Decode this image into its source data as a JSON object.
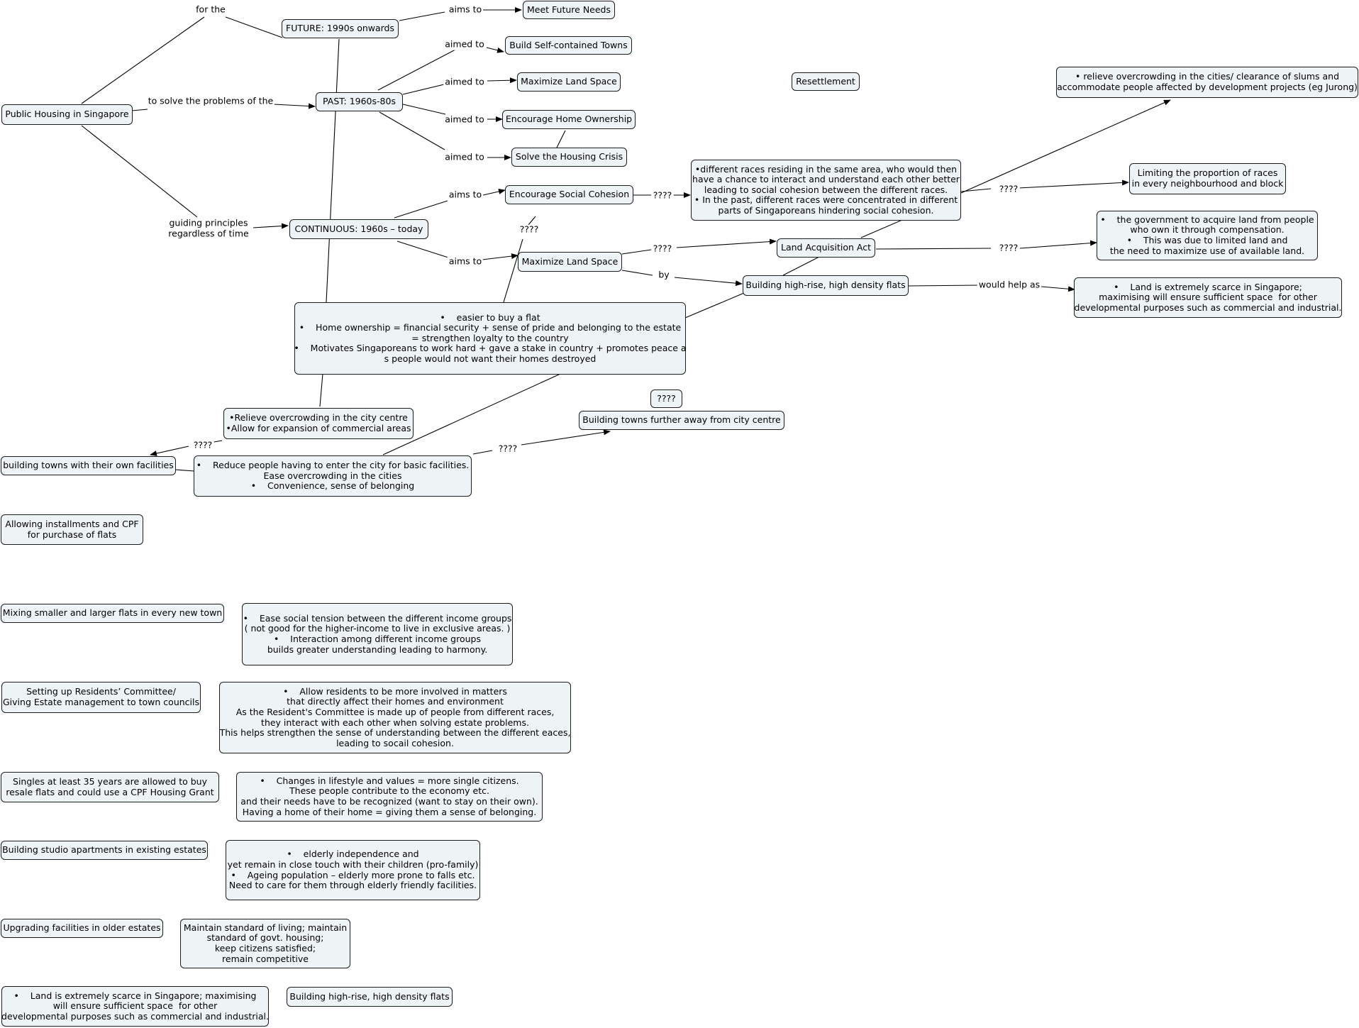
{
  "nodes": {
    "public_housing": "Public Housing in Singapore",
    "future": "FUTURE: 1990s onwards",
    "past": "PAST: 1960s-80s",
    "continuous": "CONTINUOUS: 1960s – today",
    "meet_future": "Meet Future Needs",
    "build_towns": "Build Self-contained Towns",
    "max_land_past": "Maximize Land Space",
    "home_ownership": "Encourage Home Ownership",
    "housing_crisis": "Solve the Housing Crisis",
    "social_cohesion": "Encourage Social Cohesion",
    "max_land_cont": "Maximize Land Space",
    "resettlement": "Resettlement",
    "relieve_slums": "• relieve overcrowding in the cities/ clearance of slums and\naccommodate people affected by development projects (eg Jurong)",
    "races_text": "•different races residing in the same area, who would then\nhave a chance to interact and understand each other better\nleading to social cohesion between the different races.\n• In the past, different races were concentrated in different\nparts of Singaporeans hindering social cohesion.",
    "limit_races": "Limiting the proportion of races\nin every neighbourhood and block",
    "land_acq": "Land Acquisition Act",
    "gov_acquire": "•    the government to acquire land from people\nwho own it through compensation.\n•    This was due to limited land and\nthe need to maximize use of available land.",
    "highrise": "Building high-rise, high density flats",
    "land_scarce_1": "•    Land is extremely scarce in Singapore;\nmaximising will ensure sufficient space  for other\ndevelopmental purposes such as commercial and industrial.",
    "home_benefits": "•    easier to buy a flat\n•    Home ownership = financial security + sense of pride and belonging to the estate\n= strengthen loyalty to the country\n•    Motivates Singaporeans to work hard + gave a stake in country + promotes peace a\ns people would not want their homes destroyed",
    "q_box": "????",
    "towns_away": "Building towns further away from city centre",
    "relieve_city": "•Relieve overcrowding in the city centre\n•Allow for expansion of commercial areas",
    "own_facilities": "building towns with their own facilities",
    "reduce_people": "•    Reduce people having to enter the city for basic facilities.\nEase overcrowding in the cities\n•    Convenience, sense of belonging",
    "installments": "Allowing installments and CPF\nfor purchase of flats",
    "mixing_flats": "Mixing smaller and larger flats in every new town",
    "income_groups": "•    Ease social tension between the different income groups\n( not good for the higher-income to live in exclusive areas. )\n•    Interaction among different income groups\nbuilds greater understanding leading to harmony.",
    "residents_committee": "Setting up Residents’ Committee/\nGiving Estate management to town councils",
    "residents_text": "•    Allow residents to be more involved in matters\nthat directly affect their homes and environment\nAs the Resident's Committee is made up of people from different races,\nthey interact with each other when solving estate problems.\nThis helps strengthen the sense of understanding between the different eaces,\nleading to socail cohesion.",
    "singles": "Singles at least 35 years are allowed to buy\nresale flats and could use a CPF Housing Grant",
    "singles_text": "•    Changes in lifestyle and values = more single citizens.\nThese people contribute to the economy etc.\nand their needs have to be recognized (want to stay on their own).\nHaving a home of their home = giving them a sense of belonging.",
    "studio": "Building studio apartments in existing estates",
    "elderly_text": "•    elderly independence and\nyet remain in close touch with their children (pro-family)\n•    Ageing population – elderly more prone to falls etc.\nNeed to care for them through elderly friendly facilities.",
    "upgrading": "Upgrading facilities in older estates",
    "maintain_text": "Maintain standard of living; maintain\nstandard of govt. housing;\nkeep citizens satisfied;\nremain competitive",
    "land_scarce_2": "•    Land is extremely scarce in Singapore; maximising\nwill ensure sufficient space  for other\ndevelopmental purposes such as commercial and industrial.",
    "highrise_2": "Building high-rise, high density flats"
  },
  "link_labels": {
    "for_the": "for the",
    "to_solve": "to solve the problems of the",
    "guiding": "guiding principles\nregardless of time",
    "aims_to_future": "aims to",
    "aimed_to_towns": "aimed to",
    "aimed_to_land": "aimed to",
    "aimed_to_home": "aimed to",
    "aimed_to_crisis": "aimed to",
    "aims_to_cohesion": "aims to",
    "aims_to_land": "aims to",
    "q_cohesion": "????",
    "q_races": "????",
    "q_vertical": "????",
    "q_land_acq": "????",
    "q_gov": "????",
    "by": "by",
    "would_help": "would help as",
    "q_own_facilities": "????",
    "q_towns_away": "????"
  }
}
